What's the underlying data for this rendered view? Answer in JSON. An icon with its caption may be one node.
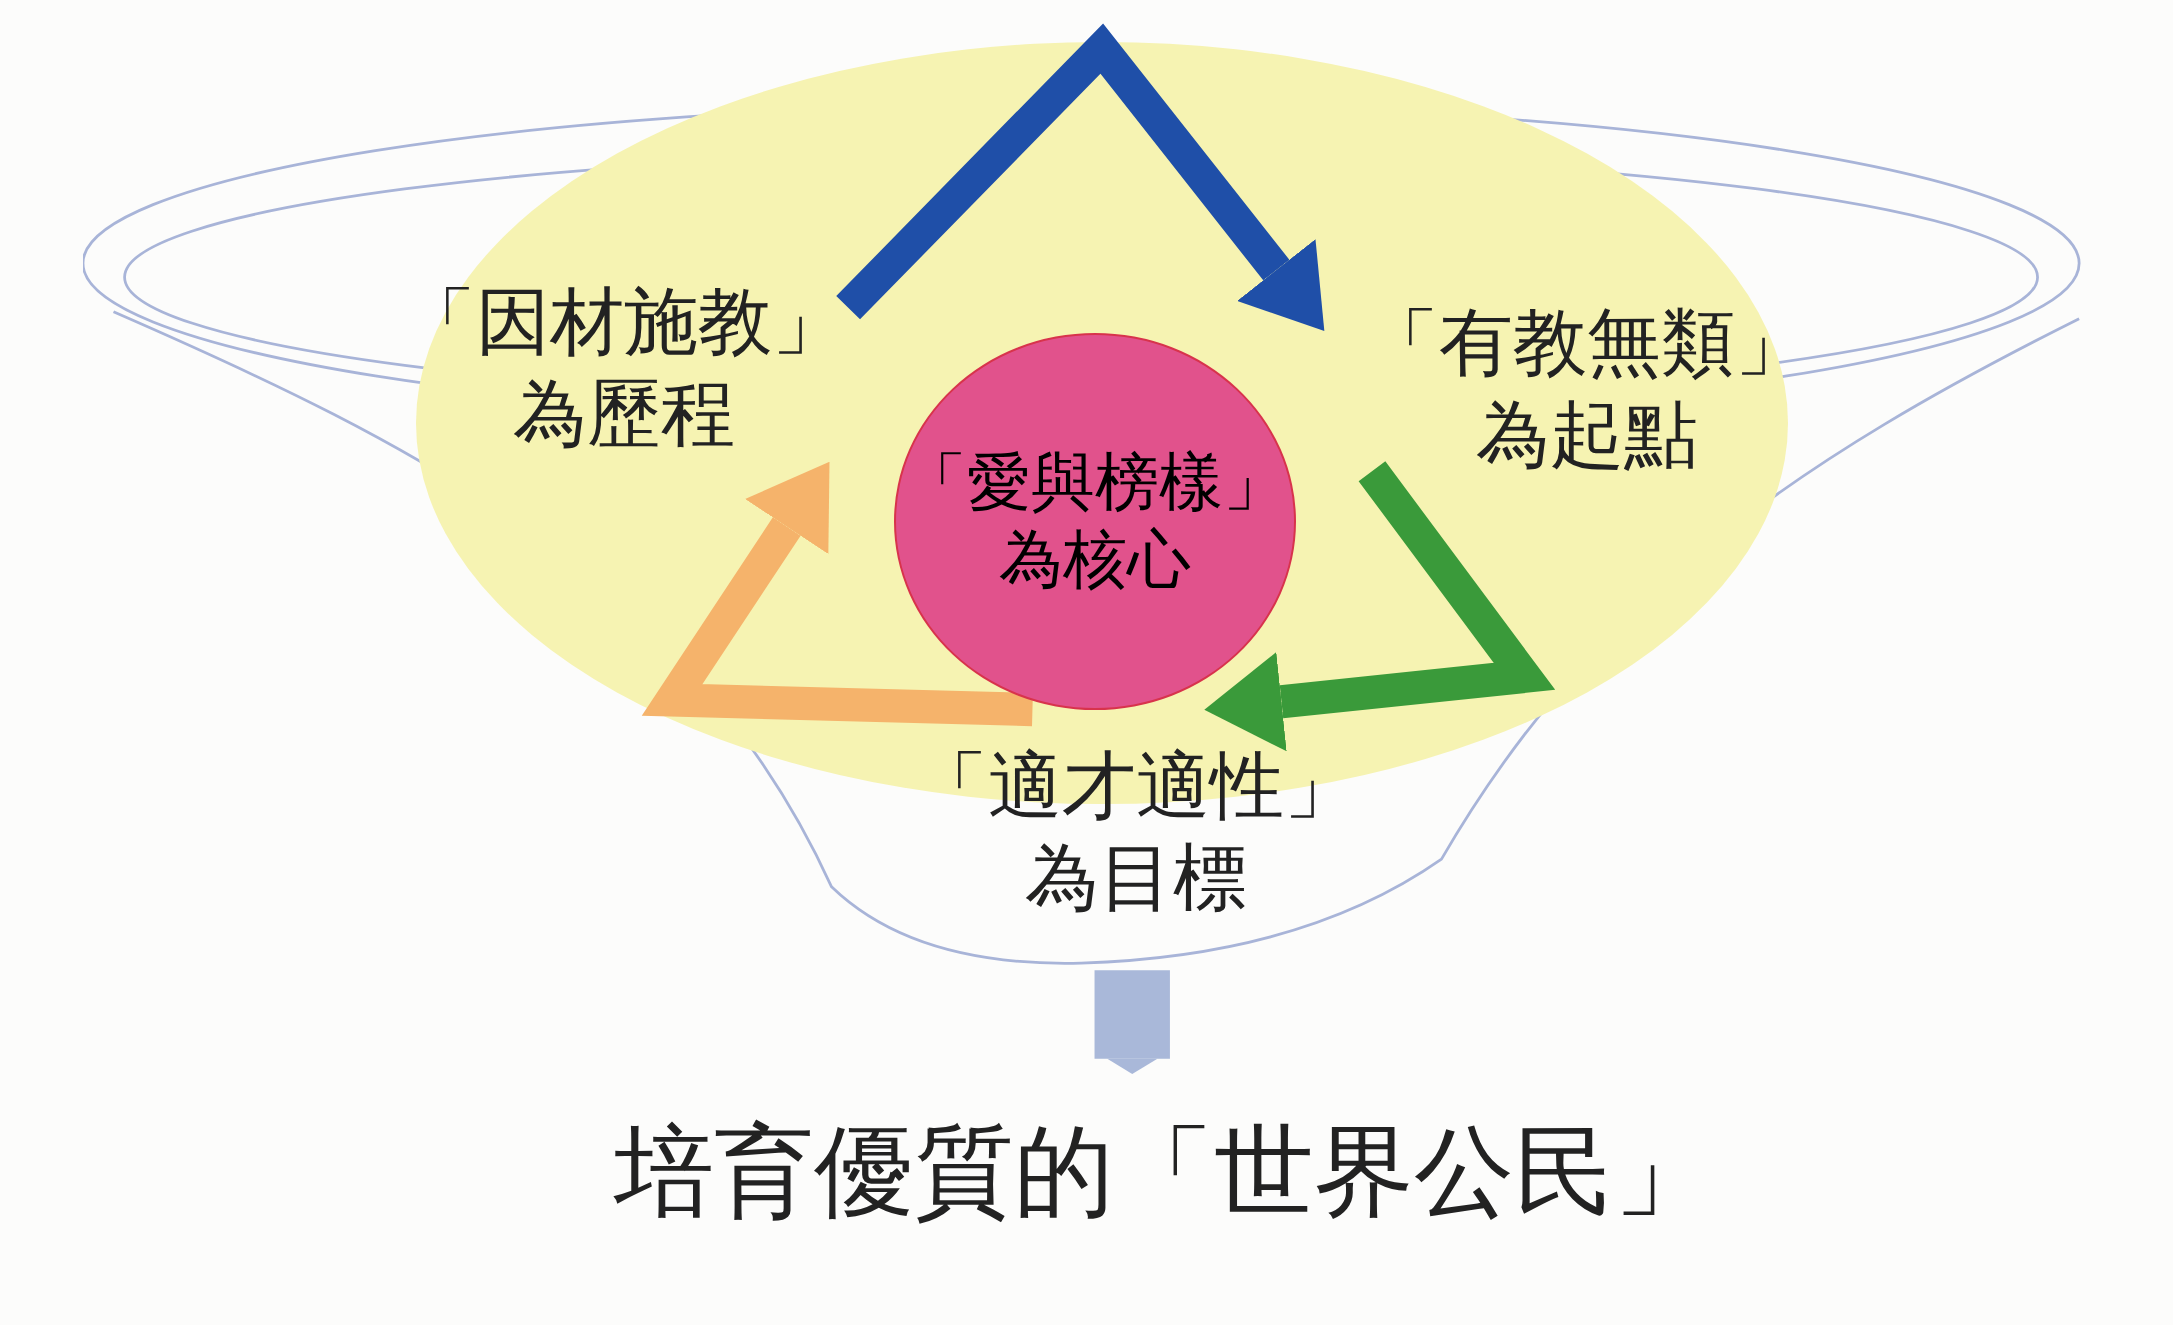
{
  "diagram": {
    "nodes": [
      {
        "text": [
          "「愛與榜樣」為核心"
        ]
      },
      {
        "text": [
          "「因材施教」為歷程"
        ]
      },
      {
        "text": [
          "「有教無類」為起點"
        ]
      },
      {
        "text": [
          "「適才適性」為目標"
        ]
      },
      {
        "text": [
          "培育優質的「世界公民」"
        ]
      }
    ],
    "edges": [
      {
        "from": 1,
        "to": 2,
        "arrow": "to",
        "color": "#1f4fa8"
      },
      {
        "from": 2,
        "to": 3,
        "arrow": "to",
        "color": "#3a9a3a"
      },
      {
        "from": 3,
        "to": 1,
        "arrow": "to",
        "color": "#f5b36b"
      },
      {
        "from": null,
        "to": 4,
        "arrow": "to",
        "style": "thick",
        "color": "#a9b8d9"
      }
    ]
  }
}
